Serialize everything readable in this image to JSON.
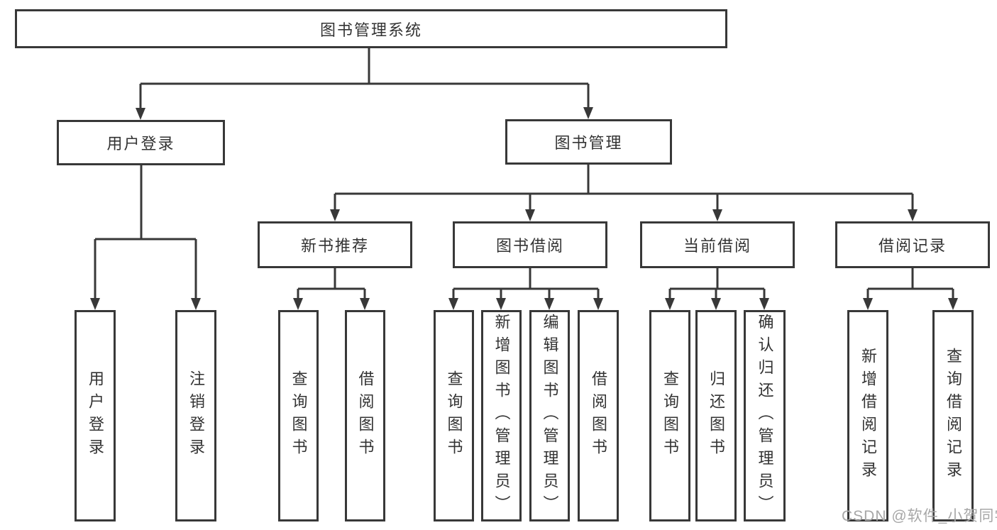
{
  "diagram": {
    "title": "图书管理系统",
    "root": {
      "label": "图书管理系统"
    },
    "level1": [
      {
        "label": "用户登录"
      },
      {
        "label": "图书管理"
      }
    ],
    "level2": [
      {
        "label": "新书推荐"
      },
      {
        "label": "图书借阅"
      },
      {
        "label": "当前借阅"
      },
      {
        "label": "借阅记录"
      }
    ],
    "leaves": [
      {
        "label": "用户登录"
      },
      {
        "label": "注销登录"
      },
      {
        "label": "查询图书"
      },
      {
        "label": "借阅图书"
      },
      {
        "label": "查询图书"
      },
      {
        "label": "新增图书（管理员）"
      },
      {
        "label": "编辑图书（管理员）"
      },
      {
        "label": "借阅图书"
      },
      {
        "label": "查询图书"
      },
      {
        "label": "归还图书"
      },
      {
        "label": "确认归还（管理员）"
      },
      {
        "label": "新增借阅记录"
      },
      {
        "label": "查询借阅记录"
      }
    ],
    "colors": {
      "line": "#383838",
      "box_border": "#383838",
      "box_fill": "#ffffff",
      "text": "#333333",
      "watermark": "#a7a7a7",
      "background": "#ffffff"
    }
  },
  "watermark": {
    "text": "CSDN @软件_小贺同学"
  }
}
